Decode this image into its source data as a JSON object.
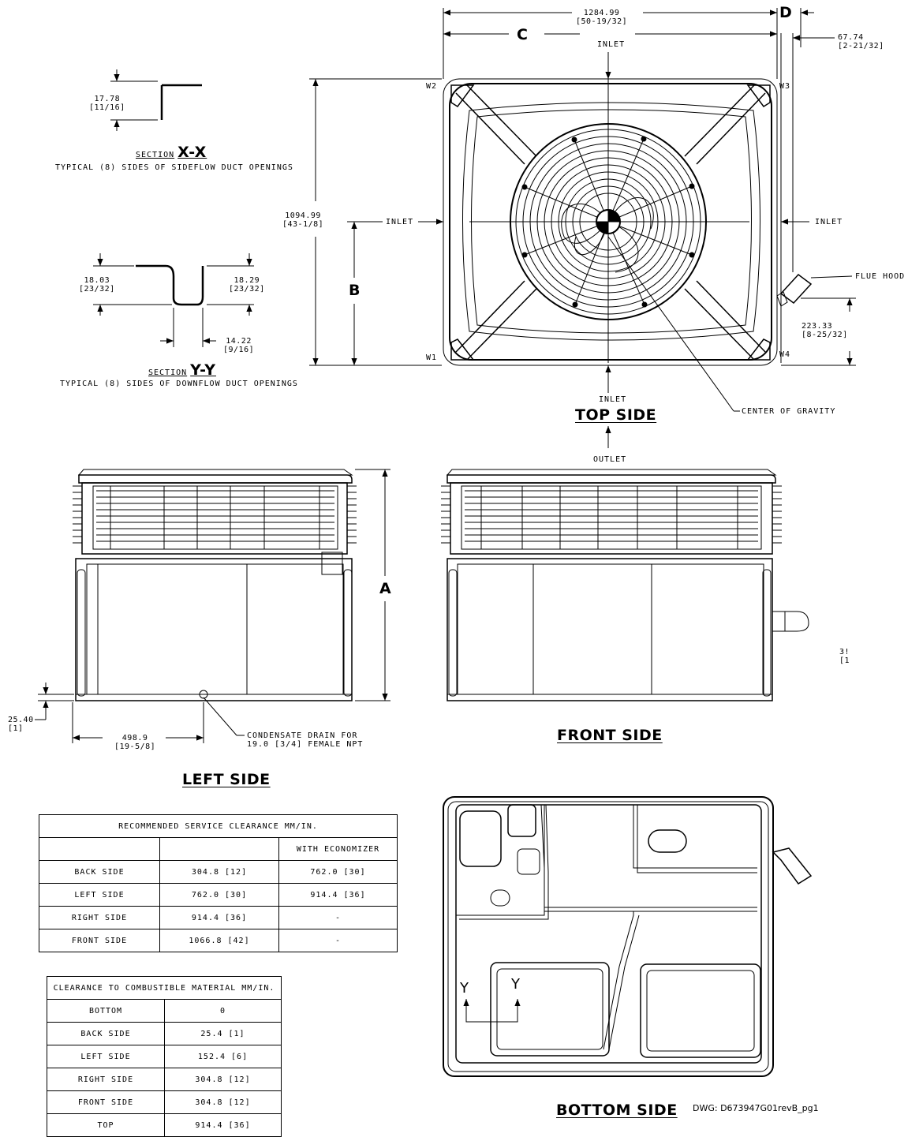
{
  "top_view": {
    "title": "TOP SIDE",
    "overall_width": "1284.99",
    "overall_width_in": "[50-19/32]",
    "overall_depth": "1094.99",
    "overall_depth_in": "[43-1/8]",
    "flue_offset": "67.74",
    "flue_offset_in": "[2-21/32]",
    "flue_height": "223.33",
    "flue_height_in": "[8-25/32]",
    "dim_c": "C",
    "dim_d": "D",
    "dim_b": "B",
    "inlet": "INLET",
    "outlet": "OUTLET",
    "flue_hood": "FLUE HOOD",
    "center_of_gravity": "CENTER OF GRAVITY",
    "corners": [
      "W1",
      "W2",
      "W3",
      "W4"
    ]
  },
  "section_xx": {
    "value": "17.78",
    "value_in": "[11/16]",
    "label": "SECTION",
    "letter": "X-X",
    "note": "TYPICAL (8) SIDES OF SIDEFLOW DUCT OPENINGS"
  },
  "section_yy": {
    "left_value": "18.03",
    "left_value_in": "[23/32]",
    "right_value": "18.29",
    "right_value_in": "[23/32]",
    "bottom_value": "14.22",
    "bottom_value_in": "[9/16]",
    "label": "SECTION",
    "letter": "Y-Y",
    "note": "TYPICAL (8) SIDES OF DOWNFLOW DUCT OPENINGS"
  },
  "left_view": {
    "title": "LEFT SIDE",
    "dim_a": "A",
    "base_height": "25.40",
    "base_height_in": "[1]",
    "drain_offset": "498.9",
    "drain_offset_in": "[19-5/8]",
    "drain_note_1": "CONDENSATE DRAIN FOR",
    "drain_note_2": "19.0 [3/4] FEMALE NPT"
  },
  "front_view": {
    "title": "FRONT SIDE",
    "edge_text_1": "3!",
    "edge_text_2": "[1"
  },
  "bottom_view": {
    "title": "BOTTOM SIDE",
    "y_marker": "Y"
  },
  "drawing_number": "DWG: D673947G01revB_pg1",
  "service_clearance": {
    "title": "RECOMMENDED SERVICE CLEARANCE MM/IN.",
    "columns": [
      "",
      "",
      "WITH ECONOMIZER"
    ],
    "rows": [
      [
        "BACK SIDE",
        "304.8 [12]",
        "762.0 [30]"
      ],
      [
        "LEFT SIDE",
        "762.0 [30]",
        "914.4 [36]"
      ],
      [
        "RIGHT SIDE",
        "914.4 [36]",
        "-"
      ],
      [
        "FRONT SIDE",
        "1066.8 [42]",
        "-"
      ]
    ]
  },
  "combustible_clearance": {
    "title": "CLEARANCE TO COMBUSTIBLE MATERIAL MM/IN.",
    "rows": [
      [
        "BOTTOM",
        "0"
      ],
      [
        "BACK SIDE",
        "25.4 [1]"
      ],
      [
        "LEFT SIDE",
        "152.4 [6]"
      ],
      [
        "RIGHT SIDE",
        "304.8 [12]"
      ],
      [
        "FRONT SIDE",
        "304.8 [12]"
      ],
      [
        "TOP",
        "914.4 [36]"
      ]
    ]
  }
}
